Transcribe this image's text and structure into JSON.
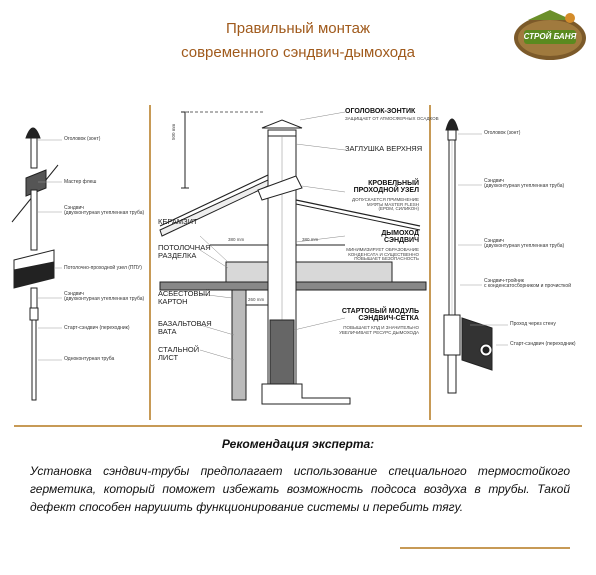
{
  "header": {
    "title_line1": "Правильный монтаж",
    "title_line2": "современного сэндвич-дымохода"
  },
  "logo": {
    "text": "СТРОЙ БАНЯ"
  },
  "left_labels": {
    "l1": "Оголовок (зонт)",
    "l2": "Мастер флеш",
    "l3": "Сэндвич\n(двухконтурная утепленная труба)",
    "l4": "Потолочно-проходной узел (ППУ)",
    "l5": "Сэндвич\n(двухконтурная утепленная труба)",
    "l6": "Старт-сэндвич (переходник)",
    "l7": "Одноконтурная труба"
  },
  "center_labels": {
    "c_500": "500 mm",
    "c_380a": "380 mm",
    "c_380b": "380 mm",
    "c_260": "260 mm",
    "keramzit": "КЕРАМЗИТ",
    "potolochnaya": "ПОТОЛОЧНАЯ\nРАЗДЕЛКА",
    "asbest": "АСБЕСТОВЫЙ\nКАРТОН",
    "bazalt": "БАЗАЛЬТОВАЯ\nВАТА",
    "stalnoy": "СТАЛЬНОЙ\nЛИСТ",
    "ogolovok": "ОГОЛОВОК-ЗОНТИК",
    "ogolovok_sub": "ЗАЩИЩАЕТ ОТ АТМОСФЕРНЫХ ОСАДКОВ",
    "zaglushka": "ЗАГЛУШКА ВЕРХНЯЯ",
    "krovelny": "КРОВЕЛЬНЫЙ\nПРОХОДНОЙ УЗЕЛ",
    "krovelny_sub": "ДОПУСКАЕТСЯ ПРИМЕНЕНИЕ\nМУФТЫ MASTER FLESH\n(EPDM, СИЛИКОН)",
    "dymokhod": "ДЫМОХОД\nСЭНДВИЧ",
    "dymokhod_sub": "МИНИМИЗИРУЕТ ОБРАЗОВАНИЕ\nКОНДЕНСАТА И СУЩЕСТВЕННО\nПОВЫШАЕТ БЕЗОПАСНОСТЬ",
    "start": "СТАРТОВЫЙ МОДУЛЬ\nСЭНДВИЧ-СЕТКА",
    "start_sub": "ПОВЫШАЕТ КПД И ЗНАЧИТЕЛЬНО\nУВЕЛИЧИВАЕТ РЕСУРС ДЫМОХОДА"
  },
  "right_labels": {
    "r1": "Оголовок (зонт)",
    "r2": "Сэндвич\n(двухконтурная утепленная труба)",
    "r3": "Сэндвич\n(двухконтурная утепленная труба)",
    "r4": "Сэндвич-тройник\nс конденсатосборником и прочисткой",
    "r5": "Проход через стену",
    "r6": "Старт-сэндвич (переходник)"
  },
  "expert": {
    "title": "Рекомендация эксперта:",
    "text": "Установка сэндвич-трубы предполагает использование специального термостойкого герметика, который поможет избежать возможность подсоса воздуха в трубы. Такой дефект способен нарушить функционирование системы и перебить тягу."
  }
}
